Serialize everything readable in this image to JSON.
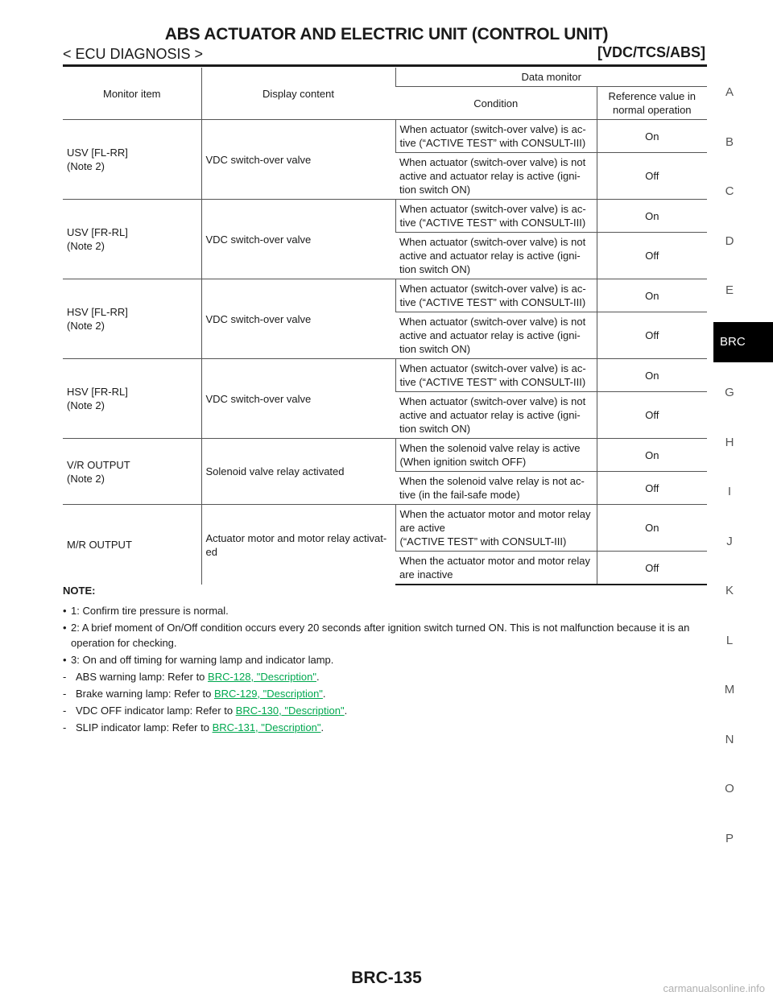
{
  "header": {
    "title": "ABS ACTUATOR AND ELECTRIC UNIT (CONTROL UNIT)",
    "breadcrumb": "< ECU DIAGNOSIS >",
    "section": "[VDC/TCS/ABS]"
  },
  "table": {
    "headers": {
      "monitor_item": "Monitor item",
      "display_content": "Display content",
      "data_monitor": "Data monitor",
      "condition": "Condition",
      "reference_value": "Reference value in normal operation"
    },
    "rows": [
      {
        "item": [
          "USV [FL-RR]",
          "(Note 2)"
        ],
        "content": "VDC switch-over valve",
        "conditions": [
          {
            "condition": [
              "When actuator (switch-over valve) is ac-",
              "tive (“ACTIVE TEST” with CONSULT-III)"
            ],
            "value": "On"
          },
          {
            "condition": [
              "When actuator (switch-over valve) is not",
              "active and actuator relay is active (igni-",
              "tion switch ON)"
            ],
            "value": "Off"
          }
        ]
      },
      {
        "item": [
          "USV [FR-RL]",
          "(Note 2)"
        ],
        "content": "VDC switch-over valve",
        "conditions": [
          {
            "condition": [
              "When actuator (switch-over valve) is ac-",
              "tive (“ACTIVE TEST” with CONSULT-III)"
            ],
            "value": "On"
          },
          {
            "condition": [
              "When actuator (switch-over valve) is not",
              "active and actuator relay is active (igni-",
              "tion switch ON)"
            ],
            "value": "Off"
          }
        ]
      },
      {
        "item": [
          "HSV [FL-RR]",
          "(Note 2)"
        ],
        "content": "VDC switch-over valve",
        "conditions": [
          {
            "condition": [
              "When actuator (switch-over valve) is ac-",
              "tive (“ACTIVE TEST” with CONSULT-III)"
            ],
            "value": "On"
          },
          {
            "condition": [
              "When actuator (switch-over valve) is not",
              "active and actuator relay is active (igni-",
              "tion switch ON)"
            ],
            "value": "Off"
          }
        ]
      },
      {
        "item": [
          "HSV [FR-RL]",
          "(Note 2)"
        ],
        "content": "VDC switch-over valve",
        "conditions": [
          {
            "condition": [
              "When actuator (switch-over valve) is ac-",
              "tive (“ACTIVE TEST” with CONSULT-III)"
            ],
            "value": "On"
          },
          {
            "condition": [
              "When actuator (switch-over valve) is not",
              "active and actuator relay is active (igni-",
              "tion switch ON)"
            ],
            "value": "Off"
          }
        ]
      },
      {
        "item": [
          "V/R OUTPUT",
          "(Note 2)"
        ],
        "content": "Solenoid valve relay activated",
        "conditions": [
          {
            "condition": [
              "When the solenoid valve relay is active",
              "(When ignition switch OFF)"
            ],
            "value": "On"
          },
          {
            "condition": [
              "When the solenoid valve relay is not ac-",
              "tive (in the fail-safe mode)"
            ],
            "value": "Off"
          }
        ]
      },
      {
        "item": [
          "M/R OUTPUT"
        ],
        "content": "Actuator motor and motor relay activat- ed",
        "conditions": [
          {
            "condition": [
              "When the actuator motor and motor relay",
              "are active",
              "(“ACTIVE TEST” with CONSULT-III)"
            ],
            "value": "On"
          },
          {
            "condition": [
              "When the actuator motor and motor relay",
              "are inactive"
            ],
            "value": "Off"
          }
        ]
      }
    ]
  },
  "notes": {
    "heading": "NOTE:",
    "bullets": [
      "1: Confirm tire pressure is normal.",
      "2: A brief moment of On/Off condition occurs every 20 seconds after ignition switch turned ON. This is not malfunction because it is an operation for checking.",
      "3: On and off timing for warning lamp and indicator lamp."
    ],
    "refs": [
      {
        "text": "ABS warning lamp: Refer to ",
        "link": "BRC-128, \"Description\""
      },
      {
        "text": "Brake warning lamp: Refer to ",
        "link": "BRC-129, \"Description\""
      },
      {
        "text": "VDC OFF indicator lamp: Refer to ",
        "link": "BRC-130, \"Description\""
      },
      {
        "text": "SLIP indicator lamp: Refer to ",
        "link": "BRC-131, \"Description\""
      }
    ]
  },
  "side_index": {
    "letters": [
      "A",
      "B",
      "C",
      "D",
      "E",
      "G",
      "H",
      "I",
      "J",
      "K",
      "L",
      "M",
      "N",
      "O",
      "P"
    ],
    "active": "BRC"
  },
  "footer": {
    "page_number": "BRC-135",
    "watermark": "carmanualsonline.info"
  },
  "colors": {
    "link": "#00a84f",
    "active_tab_bg": "#000000",
    "watermark": "#b0b0b0"
  }
}
